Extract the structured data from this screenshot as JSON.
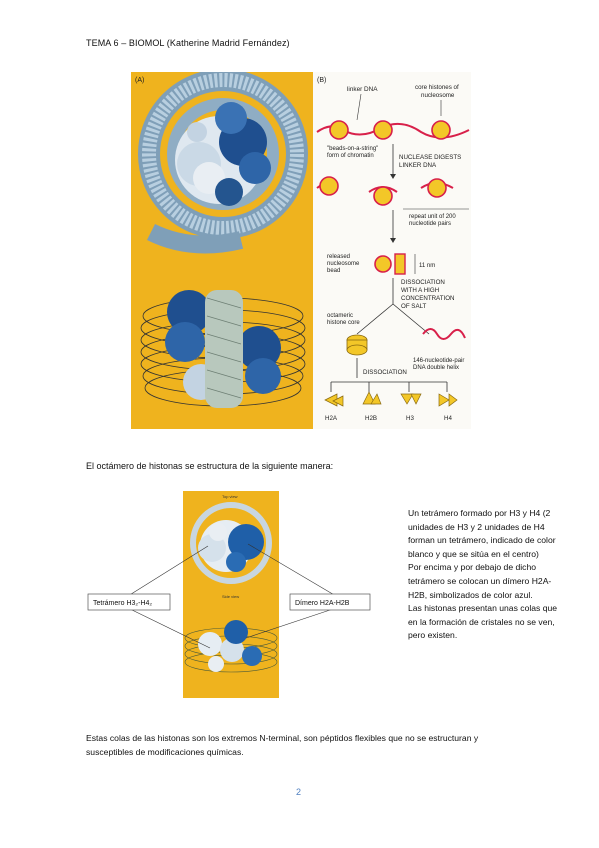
{
  "header": "TEMA 6 – BIOMOL (Katherine Madrid Fernández)",
  "figure1": {
    "panel_a": "(A)",
    "panel_b": "(B)",
    "labels": {
      "linker_dna": "linker DNA",
      "core_histones_1": "core histones of",
      "core_histones_2": "nucleosome",
      "beads_1": "\"beads-on-a-string\"",
      "beads_2": "form of chromatin",
      "nuclease_1": "NUCLEASE DIGESTS",
      "nuclease_2": "LINKER DNA",
      "repeat_1": "repeat unit of 200",
      "repeat_2": "nucleotide pairs",
      "released_1": "released",
      "released_2": "nucleosome",
      "released_3": "bead",
      "nm": "11 nm",
      "dissoc_1": "DISSOCIATION",
      "dissoc_2": "WITH A HIGH",
      "dissoc_3": "CONCENTRATION",
      "dissoc_4": "OF SALT",
      "octameric_1": "octameric",
      "octameric_2": "histone core",
      "helix_1": "146-nucleotide-pair",
      "helix_2": "DNA double helix",
      "dissociation": "DISSOCIATION",
      "h2a": "H2A",
      "h2b": "H2B",
      "h3": "H3",
      "h4": "H4"
    }
  },
  "caption": "El octámero de histonas se estructura de la siguiente manera:",
  "figure2": {
    "top_view": "Top view",
    "side_view": "Side view",
    "tetramer_label": "Tetrámero H3₂-H4₂",
    "dimer_label": "Dímero H2A-H2B"
  },
  "side_text": [
    "Un tetrámero formado por H3 y H4 (2 unidades de H3 y 2 unidades de H4 forman un tetrámero, indicado de color blanco y que se sitúa en el centro)",
    "Por encima y por debajo de dicho tetrámero se colocan un dímero H2A-H2B, simbolizados de color azul.",
    "Las histonas presentan unas colas que en la formación de cristales no se ven, pero existen."
  ],
  "bottom_text": "Estas colas de las histonas son los extremos N-terminal, son péptidos flexibles que no se estructuran y susceptibles de modificaciones químicas.",
  "page_number": "2",
  "colors": {
    "yellow": "#efb31e",
    "dark_blue": "#1f4f8f",
    "light_blue": "#a9c4dd",
    "dna_red": "#d8204a",
    "bead_yellow": "#f3c728"
  }
}
